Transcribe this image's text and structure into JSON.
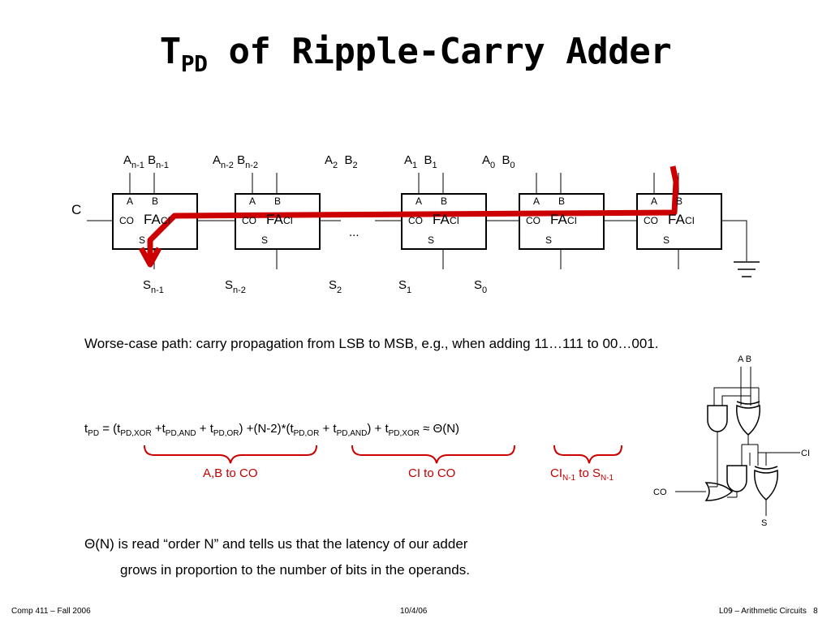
{
  "slide": {
    "title_main": "T",
    "title_sub": "PD",
    "title_rest": " of Ripple-Carry Adder"
  },
  "adder": {
    "carry_out_label": "C",
    "ellipsis": "...",
    "inputs": [
      {
        "a": "A",
        "a_sub": "n-1",
        "b": "B",
        "b_sub": "n-1"
      },
      {
        "a": "A",
        "a_sub": "n-2",
        "b": "B",
        "b_sub": "n-2"
      },
      {
        "a": "A",
        "a_sub": "2",
        "b": "B",
        "b_sub": "2"
      },
      {
        "a": "A",
        "a_sub": "1",
        "b": "B",
        "b_sub": "1"
      },
      {
        "a": "A",
        "a_sub": "0",
        "b": "B",
        "b_sub": "0"
      }
    ],
    "sums": [
      {
        "s": "S",
        "sub": "n-1"
      },
      {
        "s": "S",
        "sub": "n-2"
      },
      {
        "s": "S",
        "sub": "2"
      },
      {
        "s": "S",
        "sub": "1"
      },
      {
        "s": "S",
        "sub": "0"
      }
    ],
    "box": {
      "a": "A",
      "b": "B",
      "co": "CO",
      "fa": "FA",
      "ci": "CI",
      "s": "S"
    }
  },
  "body": {
    "worst_case": "Worse-case path: carry propagation from LSB to MSB, e.g., when adding 11…111 to 00…001.",
    "equation": {
      "t": "t",
      "pd": "PD",
      "eq": " = (t",
      "pd_xor": "PD,XOR",
      "plus_t": " +t",
      "pd_and": "PD,AND",
      "plus_t2": " + t",
      "pd_or": "PD,OR",
      "mid": ") +(N-2)*(t",
      "pd_or2": "PD,OR",
      "plus_t3": " + t",
      "pd_and2": "PD,AND",
      "end1": ") + t",
      "pd_xor2": "PD,XOR",
      "approx": " ≈ Θ(N)"
    },
    "braces": [
      {
        "label": "A,B to CO"
      },
      {
        "label": "CI to CO"
      },
      {
        "label": "CI",
        "sub1": "N-1",
        "mid": " to S",
        "sub2": "N-1"
      }
    ],
    "theta_1": "Θ(N) is read “order N” and tells us that the latency of our adder",
    "theta_2": "grows in proportion to the number of bits in the operands."
  },
  "gate_diagram": {
    "ab": "A B",
    "ci": "CI",
    "co": "CO",
    "s": "S"
  },
  "footer": {
    "left": "Comp 411 – Fall 2006",
    "center": "10/4/06",
    "right": "L09 – Arithmetic Circuits   8"
  }
}
